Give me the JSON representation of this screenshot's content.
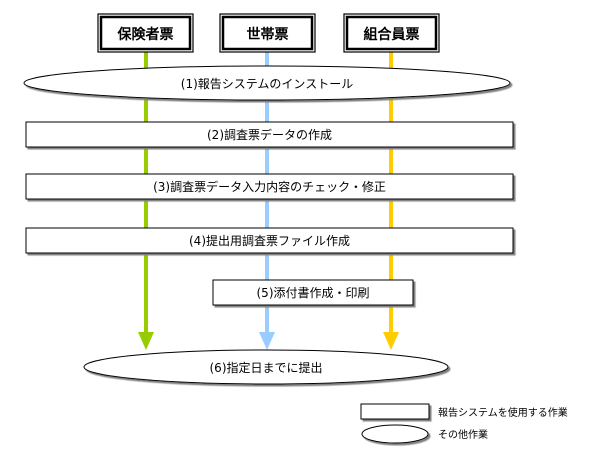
{
  "headers": {
    "insurer": "保険者票",
    "household": "世帯票",
    "member": "組合員票"
  },
  "steps": {
    "s1": "(1)報告システムのインストール",
    "s2": "(2)調査票データの作成",
    "s3": "(3)調査票データ入力内容のチェック・修正",
    "s4": "(4)提出用調査票ファイル作成",
    "s5": "(5)添付書作成・印刷",
    "s6": "(6)指定日までに提出"
  },
  "legend": {
    "rect_label": "報告システムを使用する作業",
    "ellipse_label": "その他作業"
  },
  "colors": {
    "insurer_arrow": "#99cc00",
    "household_arrow": "#99ccff",
    "member_arrow": "#ffcc00"
  }
}
